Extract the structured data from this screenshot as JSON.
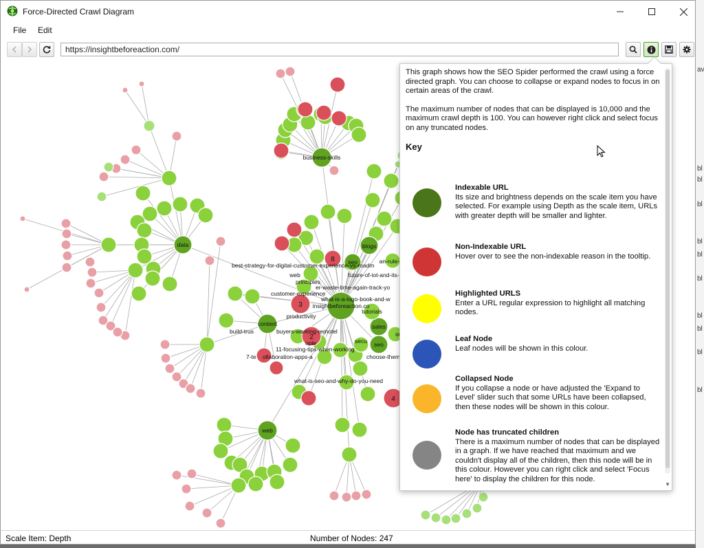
{
  "window": {
    "title": "Force-Directed Crawl Diagram"
  },
  "menu": {
    "file": "File",
    "edit": "Edit"
  },
  "toolbar": {
    "url": "https://insightbeforeaction.com/",
    "buttons": [
      "back-icon",
      "forward-icon",
      "refresh-icon",
      "search-icon",
      "info-icon",
      "save-icon",
      "gear-icon"
    ]
  },
  "graph": {
    "labels": {
      "data": "data",
      "business": "business-skills",
      "content": "content",
      "web": "web",
      "blogs": "blogs",
      "seo": "seo",
      "sales": "sales",
      "seo2": "seo",
      "tutorials": "tutorials",
      "productivity": "productivity",
      "root": "insightbeforeaction.co",
      "best": "best-strategy-for-digital-customer-experience-vs-roadm",
      "webfuture": "web",
      "future": "future-of-iot-and-its-se",
      "principles": "principles",
      "waste": "er-waste-time-again-track-yo",
      "cx": "customer-experience",
      "logo": "what-is-a-logo-book-and-w",
      "build": "build-trus",
      "buyers": "buyers-working-remotel",
      "people": "ople",
      "focusing": "11-focusing-tips-when-working",
      "seven": "7-te",
      "collab": "ollaboration-apps-a",
      "choose": "choose-them",
      "whatseo": "what-is-seo-and-why-do-you-need",
      "secu": "secu",
      "our": "our",
      "seo_r": "seo",
      "anrule": "an-rule-pri"
    },
    "truncated": {
      "n8": "8",
      "n3": "3",
      "n2": "2",
      "n4": "4"
    },
    "colors": {
      "green_dark": "#5fa321",
      "green_mid": "#8bd13c",
      "green_light": "#a7df79",
      "red": "#d9505a",
      "red_light": "#e8a0a6",
      "edge": "#a9a9a9"
    }
  },
  "status": {
    "scale_item": "Scale Item: Depth",
    "node_count": "Number of Nodes: 247"
  },
  "info_popup": {
    "intro": "This graph shows how the SEO Spider performed the crawl using a force directed graph. You can choose to collapse or expand nodes to focus in on certain areas of the crawl.",
    "limits": "The maximum number of nodes that can be displayed is 10,000 and the maximum crawl depth is 100. You can however right click and select focus on any truncated nodes.",
    "key_title": "Key",
    "key": [
      {
        "name": "Indexable URL",
        "color": "#4a7518",
        "desc": "Its size and brightness depends on the scale item you have selected. For example using Depth as the scale item, URLs with greater depth will be smaller and lighter."
      },
      {
        "name": "Non-Indexable URL",
        "color": "#d03535",
        "desc": "Hover over to see the non-indexable reason in the tooltip."
      },
      {
        "name": "Highlighted URLS",
        "color": "#ffff00",
        "desc": "Enter a URL regular expression to highlight all matching nodes."
      },
      {
        "name": "Leaf Node",
        "color": "#2c55b8",
        "desc": "Leaf nodes will be shown in this colour."
      },
      {
        "name": "Collapsed Node",
        "color": "#fbb52a",
        "desc": "If you collapse a node or have adjusted the 'Expand to Level' slider such that some URLs have been collapsed, then these nodes will be shown in this colour."
      },
      {
        "name": "Node has truncated children",
        "color": "#858585",
        "desc": "There is a maximum number of nodes that can be displayed in a graph. If we have reached that maximum and we couldn't display all of the children, then this node will be in this colour. However you can right click and select 'Focus here' to display the children for this node."
      }
    ]
  },
  "background_window": {
    "fragments": [
      "av",
      "bl",
      "bl",
      "bl",
      "bl",
      "bl",
      "bl",
      "bl",
      "bl",
      "bl",
      "bl"
    ]
  }
}
